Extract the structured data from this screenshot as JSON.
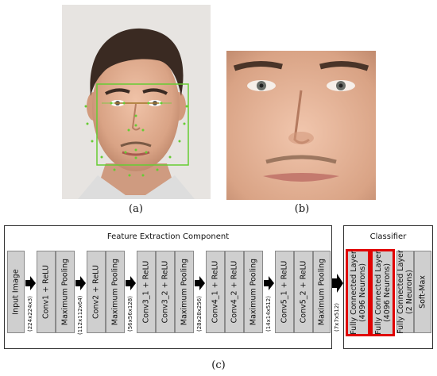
{
  "captions": {
    "a": "(a)",
    "b": "(b)",
    "c": "(c)"
  },
  "panels": {
    "feature_title": "Feature Extraction Component",
    "classifier_title": "Classifier"
  },
  "blocks": {
    "input": "Input Image",
    "conv1": "Conv1 + ReLU",
    "pool1": "Maximum Pooling",
    "conv2": "Conv2 + ReLU",
    "pool2": "Maximum Pooling",
    "conv3_1": "Conv3_1 + ReLU",
    "conv3_2": "Conv3_2 + ReLU",
    "pool3": "Maximum Pooling",
    "conv4_1": "Conv4_1 + ReLU",
    "conv4_2": "Conv4_2 + ReLU",
    "pool4": "Maximum Pooling",
    "conv5_1": "Conv5_1 + ReLU",
    "conv5_2": "Conv5_2 + ReLU",
    "pool5": "Maximum Pooling",
    "fc1_line1": "Fully Connected Layer",
    "fc1_line2": "(4096 Neurons)",
    "fc2_line1": "Fully Connected Layer",
    "fc2_line2": "(4096 Neurons)",
    "fc3_line1": "Fully Connected Layer",
    "fc3_line2": "(2 Neurons)",
    "softmax": "Soft-Max"
  },
  "dims": {
    "d0": "(224x224x3)",
    "d1": "(112x112x64)",
    "d2": "(56x56x128)",
    "d3": "(28x28x256)",
    "d4": "(14x14x512)",
    "d5": "(7x7x512)"
  },
  "colors": {
    "highlight": "#e00000",
    "block_fill": "#cfcfcf",
    "landmark": "#66cc33"
  }
}
